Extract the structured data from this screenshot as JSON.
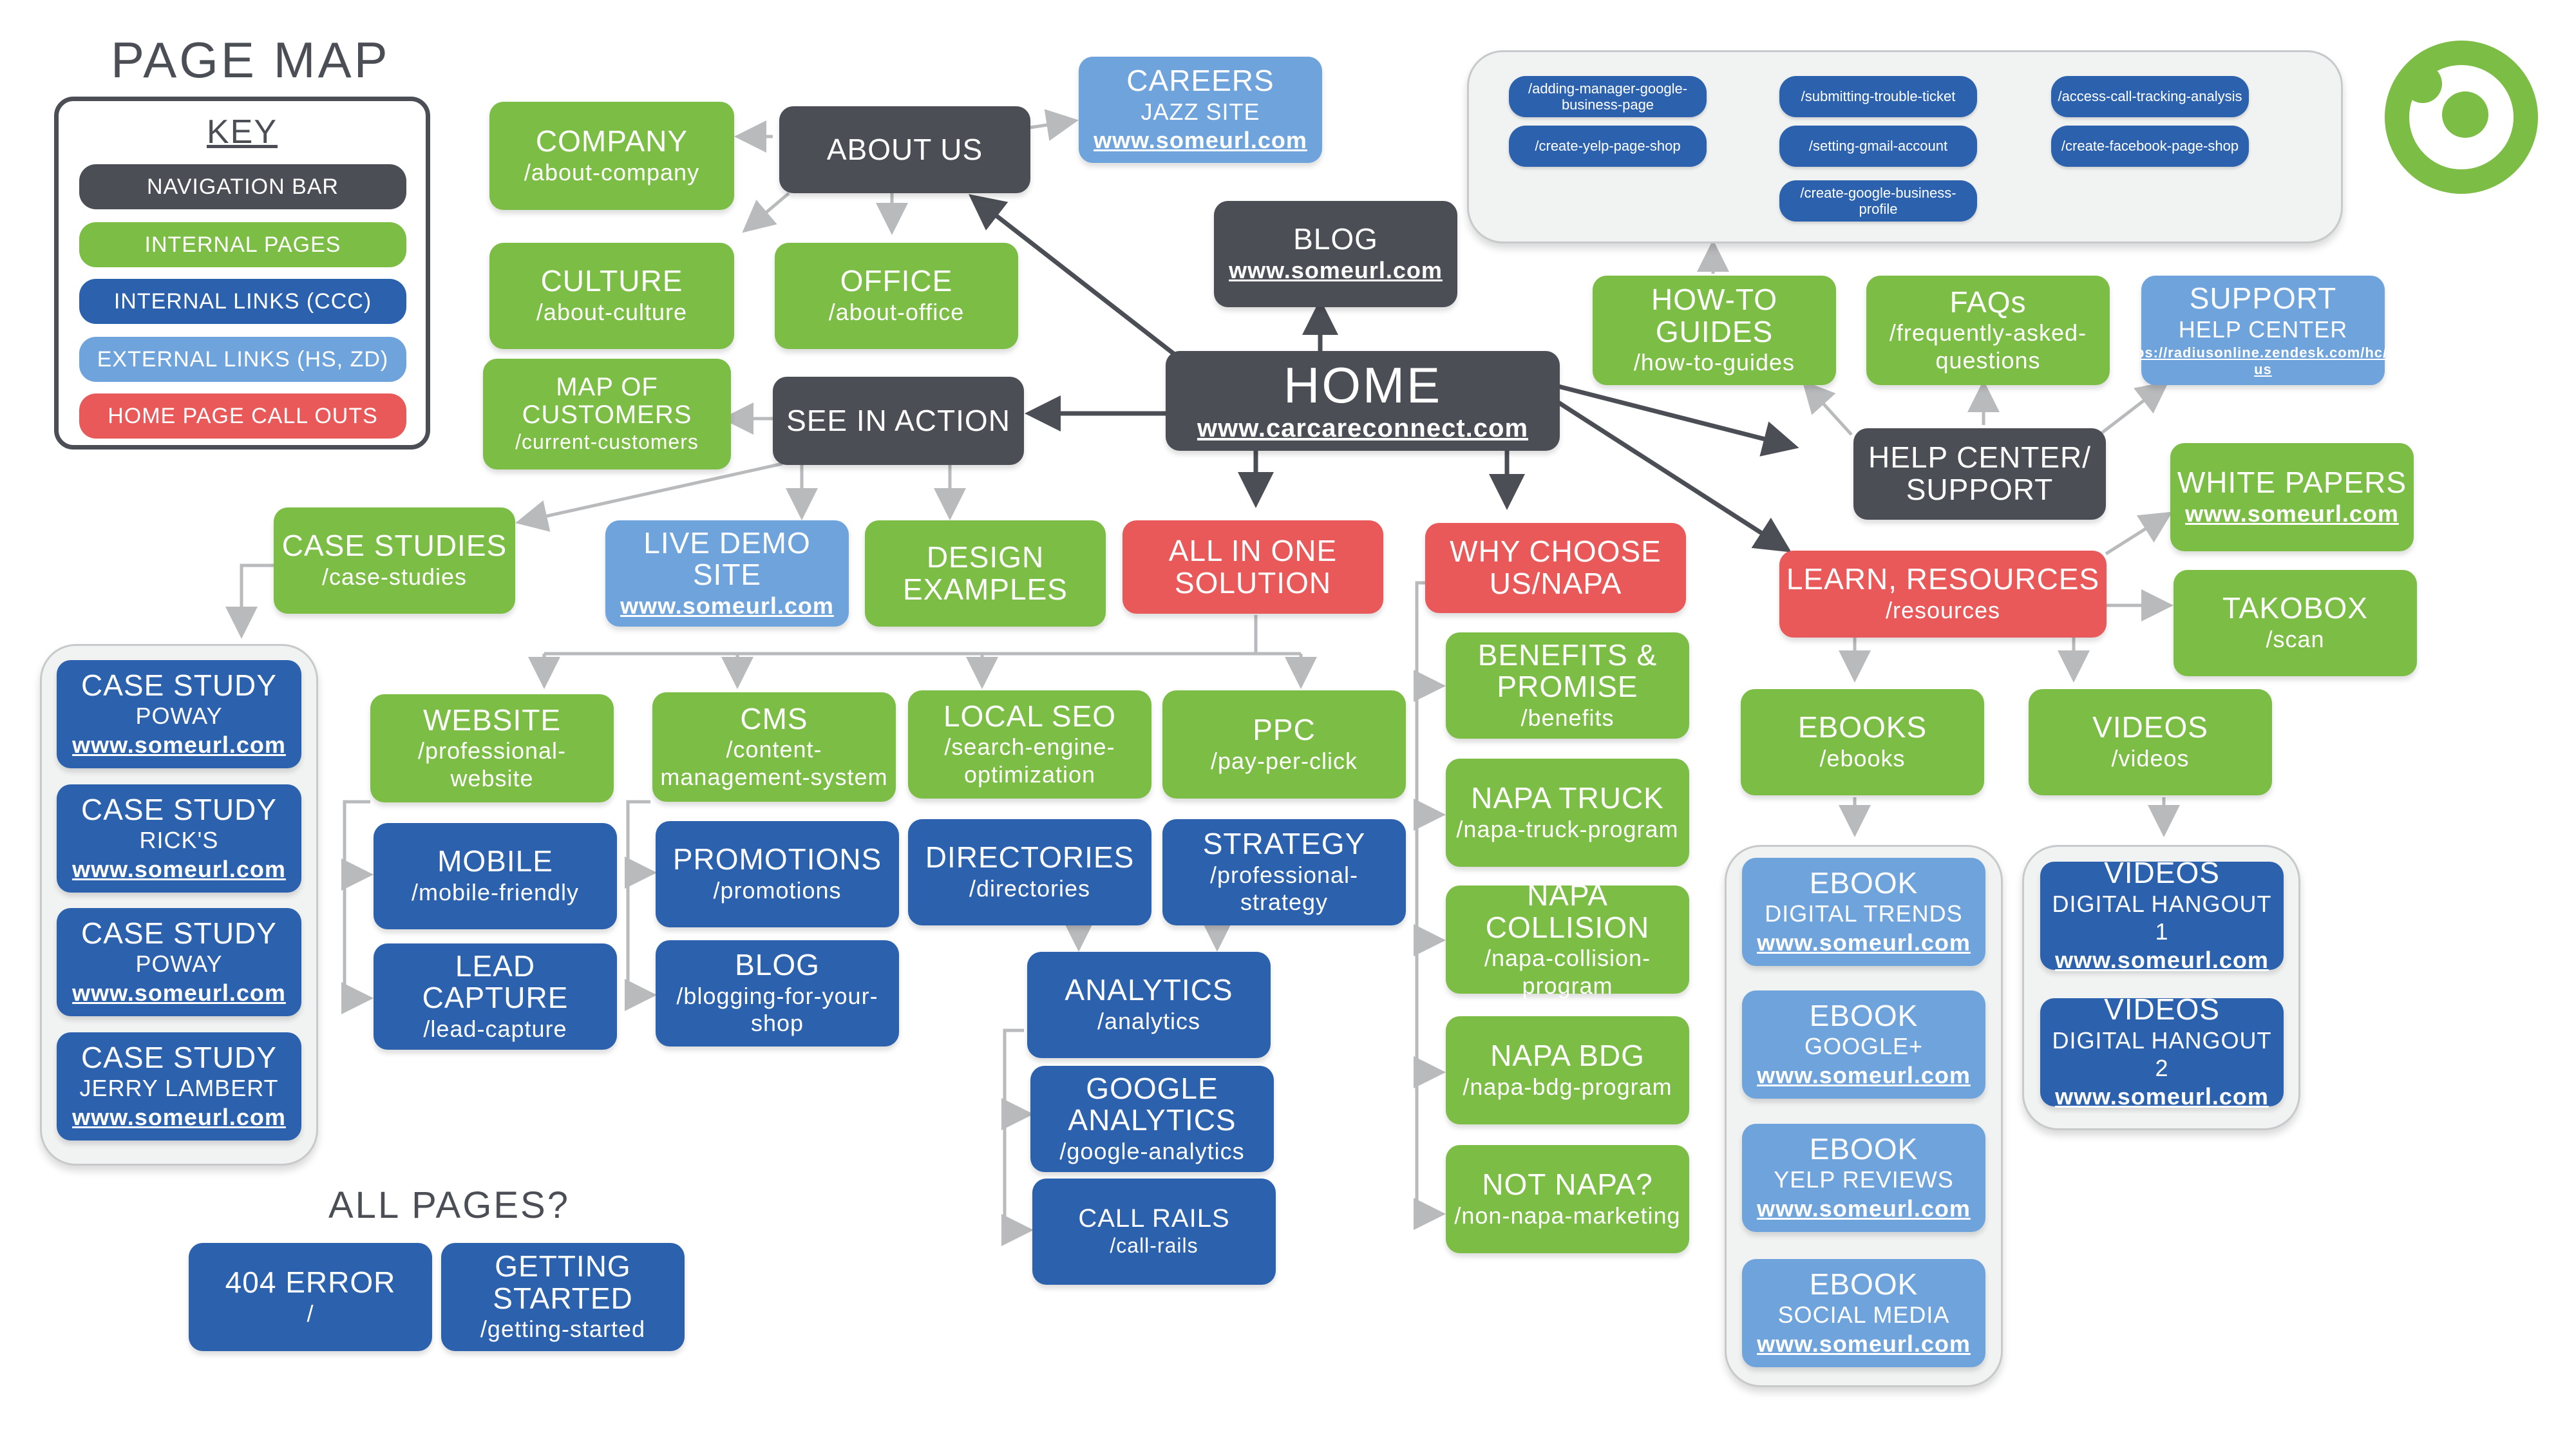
{
  "page_title": "PAGE MAP",
  "key": {
    "title": "KEY",
    "items": [
      {
        "label": "NAVIGATION BAR",
        "color": "#4b4e55"
      },
      {
        "label": "INTERNAL PAGES",
        "color": "#7cbd45"
      },
      {
        "label": "INTERNAL LINKS (CCC)",
        "color": "#2c62ad"
      },
      {
        "label": "EXTERNAL LINKS (HS, ZD)",
        "color": "#6fa3dc"
      },
      {
        "label": "HOME PAGE CALL OUTS",
        "color": "#e9595a"
      }
    ]
  },
  "colors": {
    "navy": "#4b4e55",
    "green": "#7cbd45",
    "blue": "#2c62ad",
    "light_blue": "#6fa3dc",
    "red": "#e9595a",
    "connector": "#b9babc"
  },
  "all_pages_label": "ALL PAGES?",
  "logo": "green-circle-logo",
  "nodes": {
    "home": {
      "title": "HOME",
      "sub": "www.carcareconnect.com"
    },
    "about": {
      "title": "ABOUT US",
      "sub": ""
    },
    "blog_nav": {
      "title": "BLOG",
      "sub": "www.someurl.com"
    },
    "see_in_action": {
      "title": "SEE IN ACTION",
      "sub": ""
    },
    "help_center": {
      "title": "HELP CENTER/ SUPPORT",
      "sub": ""
    },
    "company": {
      "title": "COMPANY",
      "sub": "/about-company"
    },
    "culture": {
      "title": "CULTURE",
      "sub": "/about-culture"
    },
    "office": {
      "title": "OFFICE",
      "sub": "/about-office"
    },
    "careers": {
      "title": "CAREERS",
      "sub": "JAZZ SITE",
      "url": "www.someurl.com"
    },
    "map_customers": {
      "title": "MAP OF CUSTOMERS",
      "sub": "/current-customers"
    },
    "case_studies": {
      "title": "CASE STUDIES",
      "sub": "/case-studies"
    },
    "live_demo": {
      "title": "LIVE DEMO SITE",
      "sub": "www.someurl.com"
    },
    "design_examples": {
      "title": "DESIGN EXAMPLES",
      "sub": ""
    },
    "all_in_one": {
      "title": "ALL IN ONE SOLUTION",
      "sub": ""
    },
    "why_choose": {
      "title": "WHY CHOOSE US/NAPA",
      "sub": ""
    },
    "learn": {
      "title": "LEARN, RESOURCES",
      "sub": "/resources"
    },
    "howto": {
      "title": "HOW-TO GUIDES",
      "sub": "/how-to-guides"
    },
    "faqs": {
      "title": "FAQs",
      "sub": "/frequently-asked-questions"
    },
    "support": {
      "title": "SUPPORT",
      "sub": "HELP CENTER",
      "url": "https://radiusonline.zendesk.com/hc/en-us"
    },
    "white_papers": {
      "title": "WHITE PAPERS",
      "sub": "www.someurl.com"
    },
    "takobox": {
      "title": "TAKOBOX",
      "sub": "/scan"
    },
    "ebooks": {
      "title": "EBOOKS",
      "sub": "/ebooks"
    },
    "videos": {
      "title": "VIDEOS",
      "sub": "/videos"
    },
    "cs1": {
      "title": "CASE STUDY",
      "sub": "POWAY",
      "url": "www.someurl.com"
    },
    "cs2": {
      "title": "CASE STUDY",
      "sub": "RICK'S",
      "url": "www.someurl.com"
    },
    "cs3": {
      "title": "CASE STUDY",
      "sub": "POWAY",
      "url": "www.someurl.com"
    },
    "cs4": {
      "title": "CASE STUDY",
      "sub": "JERRY LAMBERT",
      "url": "www.someurl.com"
    },
    "website": {
      "title": "WEBSITE",
      "sub": "/professional-website"
    },
    "cms": {
      "title": "CMS",
      "sub": "/content-management-system"
    },
    "local_seo": {
      "title": "LOCAL SEO",
      "sub": "/search-engine-optimization"
    },
    "ppc": {
      "title": "PPC",
      "sub": "/pay-per-click"
    },
    "mobile": {
      "title": "MOBILE",
      "sub": "/mobile-friendly"
    },
    "lead_capture": {
      "title": "LEAD CAPTURE",
      "sub": "/lead-capture"
    },
    "promotions": {
      "title": "PROMOTIONS",
      "sub": "/promotions"
    },
    "blog_shop": {
      "title": "BLOG",
      "sub": "/blogging-for-your-shop"
    },
    "directories": {
      "title": "DIRECTORIES",
      "sub": "/directories"
    },
    "strategy": {
      "title": "STRATEGY",
      "sub": "/professional-strategy"
    },
    "analytics": {
      "title": "ANALYTICS",
      "sub": "/analytics"
    },
    "google_analytics": {
      "title": "GOOGLE ANALYTICS",
      "sub": "/google-analytics"
    },
    "call_rails": {
      "title": "CALL RAILS",
      "sub": "/call-rails"
    },
    "benefits": {
      "title": "BENEFITS & PROMISE",
      "sub": "/benefits"
    },
    "napa_truck": {
      "title": "NAPA TRUCK",
      "sub": "/napa-truck-program"
    },
    "napa_collision": {
      "title": "NAPA COLLISION",
      "sub": "/napa-collision-program"
    },
    "napa_bdg": {
      "title": "NAPA BDG",
      "sub": "/napa-bdg-program"
    },
    "not_napa": {
      "title": "NOT NAPA?",
      "sub": "/non-napa-marketing"
    },
    "eb1": {
      "title": "EBOOK",
      "sub": "DIGITAL TRENDS",
      "url": "www.someurl.com"
    },
    "eb2": {
      "title": "EBOOK",
      "sub": "GOOGLE+",
      "url": "www.someurl.com"
    },
    "eb3": {
      "title": "EBOOK",
      "sub": "YELP REVIEWS",
      "url": "www.someurl.com"
    },
    "eb4": {
      "title": "EBOOK",
      "sub": "SOCIAL MEDIA",
      "url": "www.someurl.com"
    },
    "vid1": {
      "title": "VIDEOS",
      "sub": "DIGITAL HANGOUT 1",
      "url": "www.someurl.com"
    },
    "vid2": {
      "title": "VIDEOS",
      "sub": "DIGITAL HANGOUT 2",
      "url": "www.someurl.com"
    },
    "err404": {
      "title": "404 ERROR",
      "sub": "/"
    },
    "getting_started": {
      "title": "GETTING STARTED",
      "sub": "/getting-started"
    }
  },
  "guide_links": [
    "/adding-manager-google-business-page",
    "/submitting-trouble-ticket",
    "/access-call-tracking-analysis",
    "/create-yelp-page-shop",
    "/setting-gmail-account",
    "/create-facebook-page-shop",
    "/create-google-business-profile"
  ]
}
